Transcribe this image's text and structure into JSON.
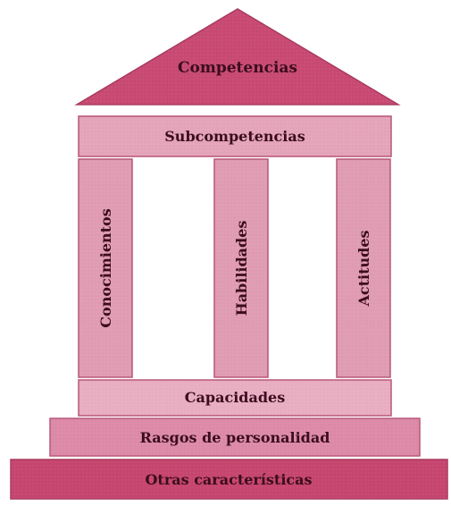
{
  "colors": {
    "roof": "#c84a73",
    "roof_stroke": "#a83a60",
    "beam": "#e4a4b9",
    "column": "#e09cb3",
    "base": "#e8aec2",
    "step": "#dc8aa8",
    "foundation": "#c6466f",
    "stroke": "#b85577",
    "text": "#3b0d1e"
  },
  "diagram": {
    "roof_label": "Competencias",
    "beam_label": "Subcompetencias",
    "columns": [
      {
        "label": "Conocimientos"
      },
      {
        "label": "Habilidades"
      },
      {
        "label": "Actitudes"
      }
    ],
    "base_label": "Capacidades",
    "step_label": "Rasgos de personalidad",
    "foundation_label": "Otras características"
  }
}
